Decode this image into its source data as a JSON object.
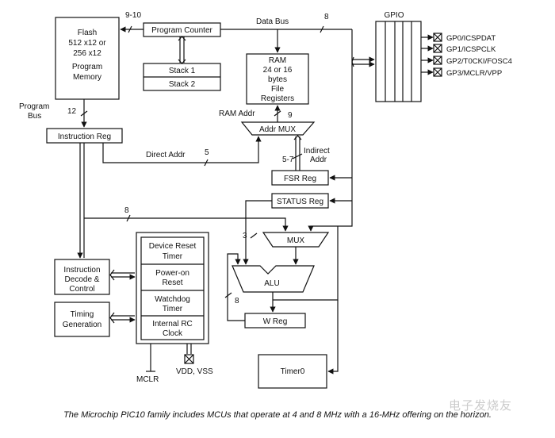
{
  "blocks": {
    "flash": [
      "Flash",
      "512 x12 or",
      "256 x12",
      "Program",
      "Memory"
    ],
    "program_counter": "Program Counter",
    "stack1": "Stack 1",
    "stack2": "Stack 2",
    "ram": [
      "RAM",
      "24 or 16",
      "bytes",
      "File",
      "Registers"
    ],
    "gpio": "GPIO",
    "instruction_reg": "Instruction Reg",
    "addr_mux": "Addr MUX",
    "fsr_reg": "FSR Reg",
    "status_reg": "STATUS Reg",
    "mux": "MUX",
    "alu": "ALU",
    "w_reg": "W Reg",
    "instr_decode": [
      "Instruction",
      "Decode &",
      "Control"
    ],
    "timing_gen": [
      "Timing",
      "Generation"
    ],
    "device_reset": [
      "Device Reset",
      "Timer"
    ],
    "power_on_reset": [
      "Power-on",
      "Reset"
    ],
    "watchdog": [
      "Watchdog",
      "Timer"
    ],
    "internal_rc": [
      "Internal RC",
      "Clock"
    ],
    "timer0": "Timer0"
  },
  "labels": {
    "pc_width": "9-10",
    "data_bus": "Data Bus",
    "data_bus_width": "8",
    "program_bus": [
      "Program",
      "Bus"
    ],
    "program_bus_width": "12",
    "ram_addr": "RAM Addr",
    "ram_addr_width": "9",
    "direct_addr": "Direct Addr",
    "direct_addr_width": "5",
    "indirect_addr": [
      "Indirect",
      "Addr"
    ],
    "indirect_width": "5-7",
    "bus8_left": "8",
    "mux_width": "3",
    "alu_width": "8",
    "mclr": "MCLR",
    "vdd_vss": "VDD, VSS"
  },
  "pins": [
    "GP0/ICSPDAT",
    "GP1/ICSPCLK",
    "GP2/T0CKI/FOSC4",
    "GP3/MCLR/VPP"
  ],
  "caption": "The Microchip PIC10 family includes MCUs that operate at 4 and 8 MHz with a 16-MHz offering on the horizon.",
  "watermark": "电子发烧友"
}
